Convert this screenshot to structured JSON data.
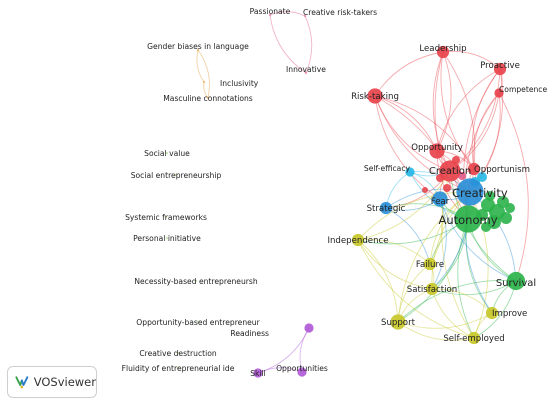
{
  "brand": {
    "name": "VOSviewer"
  },
  "colors": {
    "red": "#e8434b",
    "blue": "#2a8fd8",
    "cyan": "#25b8e6",
    "green": "#2bb34a",
    "yellow": "#c8c82a",
    "purple": "#b05ad6",
    "orange": "#e69a3c",
    "pink": "#e05a8a",
    "lightgreen": "#9bcf6a"
  },
  "nodes": [
    {
      "id": "passionate",
      "label": "Passionate",
      "cluster": "pink",
      "weight": 1
    },
    {
      "id": "creative-risk-takers",
      "label": "Creative risk-takers",
      "cluster": "pink",
      "weight": 1
    },
    {
      "id": "innovative",
      "label": "Innovative",
      "cluster": "pink",
      "weight": 1
    },
    {
      "id": "gender-biases",
      "label": "Gender biases in language",
      "cluster": "orange",
      "weight": 1
    },
    {
      "id": "inclusivity",
      "label": "Inclusivity",
      "cluster": "orange",
      "weight": 1
    },
    {
      "id": "masculine",
      "label": "Masculine connotations",
      "cluster": "orange",
      "weight": 1
    },
    {
      "id": "social-value",
      "label": "Social value",
      "cluster": "lightgreen",
      "weight": 1
    },
    {
      "id": "social-entrepreneurship",
      "label": "Social entrepreneurship",
      "cluster": "lightgreen",
      "weight": 1
    },
    {
      "id": "systemic",
      "label": "Systemic frameworks",
      "cluster": "lightgreen",
      "weight": 1
    },
    {
      "id": "personal-initiative",
      "label": "Personal initiative",
      "cluster": "lightgreen",
      "weight": 1
    },
    {
      "id": "necessity",
      "label": "Necessity-based entrepreneursh",
      "cluster": "lightgreen",
      "weight": 1
    },
    {
      "id": "opportunity-based",
      "label": "Opportunity-based entrepreneur",
      "cluster": "lightgreen",
      "weight": 1
    },
    {
      "id": "creative-destruction",
      "label": "Creative destruction",
      "cluster": "lightgreen",
      "weight": 1
    },
    {
      "id": "fluidity",
      "label": "Fluidity of entrepreneurial ide",
      "cluster": "lightgreen",
      "weight": 1
    },
    {
      "id": "readiness",
      "label": "Readiness",
      "cluster": "purple",
      "weight": 2
    },
    {
      "id": "skill",
      "label": "Skill",
      "cluster": "purple",
      "weight": 2
    },
    {
      "id": "opportunities",
      "label": "Opportunities",
      "cluster": "purple",
      "weight": 2
    },
    {
      "id": "leadership",
      "label": "Leadership",
      "cluster": "red",
      "weight": 3
    },
    {
      "id": "proactive",
      "label": "Proactive",
      "cluster": "red",
      "weight": 3
    },
    {
      "id": "competence",
      "label": "Competence",
      "cluster": "red",
      "weight": 2
    },
    {
      "id": "risk-taking",
      "label": "Risk-taking",
      "cluster": "red",
      "weight": 4
    },
    {
      "id": "opportunity",
      "label": "Opportunity",
      "cluster": "red",
      "weight": 4
    },
    {
      "id": "self-efficacy",
      "label": "Self-efficacy",
      "cluster": "cyan",
      "weight": 2
    },
    {
      "id": "opportunism",
      "label": "Opportunism",
      "cluster": "red",
      "weight": 3
    },
    {
      "id": "creation",
      "label": "Creation",
      "cluster": "red",
      "weight": 6
    },
    {
      "id": "creativity",
      "label": "Creativity",
      "cluster": "blue",
      "weight": 8
    },
    {
      "id": "fear",
      "label": "Fear",
      "cluster": "blue",
      "weight": 4
    },
    {
      "id": "strategic",
      "label": "Strategic",
      "cluster": "blue",
      "weight": 3
    },
    {
      "id": "autonomy",
      "label": "Autonomy",
      "cluster": "green",
      "weight": 8
    },
    {
      "id": "independence",
      "label": "Independence",
      "cluster": "yellow",
      "weight": 3
    },
    {
      "id": "failure",
      "label": "Failure",
      "cluster": "yellow",
      "weight": 3
    },
    {
      "id": "survival",
      "label": "Survival",
      "cluster": "green",
      "weight": 5
    },
    {
      "id": "satisfaction",
      "label": "Satisfaction",
      "cluster": "yellow",
      "weight": 3
    },
    {
      "id": "improve",
      "label": "Improve",
      "cluster": "yellow",
      "weight": 3
    },
    {
      "id": "support",
      "label": "Support",
      "cluster": "yellow",
      "weight": 4
    },
    {
      "id": "self-employed",
      "label": "Self-employed",
      "cluster": "yellow",
      "weight": 3
    }
  ],
  "links": [
    [
      "passionate",
      "creative-risk-takers"
    ],
    [
      "passionate",
      "innovative"
    ],
    [
      "creative-risk-takers",
      "innovative"
    ],
    [
      "gender-biases",
      "inclusivity"
    ],
    [
      "gender-biases",
      "masculine"
    ],
    [
      "inclusivity",
      "masculine"
    ],
    [
      "readiness",
      "skill"
    ],
    [
      "readiness",
      "opportunities"
    ],
    [
      "skill",
      "opportunities"
    ],
    [
      "leadership",
      "risk-taking"
    ],
    [
      "leadership",
      "opportunity"
    ],
    [
      "leadership",
      "creation"
    ],
    [
      "leadership",
      "creativity"
    ],
    [
      "leadership",
      "autonomy"
    ],
    [
      "leadership",
      "proactive"
    ],
    [
      "leadership",
      "opportunism"
    ],
    [
      "proactive",
      "creation"
    ],
    [
      "proactive",
      "autonomy"
    ],
    [
      "proactive",
      "creativity"
    ],
    [
      "proactive",
      "opportunity"
    ],
    [
      "proactive",
      "competence"
    ],
    [
      "proactive",
      "opportunism"
    ],
    [
      "competence",
      "creation"
    ],
    [
      "competence",
      "autonomy"
    ],
    [
      "competence",
      "creativity"
    ],
    [
      "competence",
      "opportunism"
    ],
    [
      "competence",
      "survival"
    ],
    [
      "risk-taking",
      "creation"
    ],
    [
      "risk-taking",
      "opportunity"
    ],
    [
      "risk-taking",
      "creativity"
    ],
    [
      "risk-taking",
      "autonomy"
    ],
    [
      "risk-taking",
      "fear"
    ],
    [
      "risk-taking",
      "opportunism"
    ],
    [
      "opportunity",
      "creation"
    ],
    [
      "opportunity",
      "creativity"
    ],
    [
      "opportunity",
      "autonomy"
    ],
    [
      "opportunity",
      "opportunism"
    ],
    [
      "self-efficacy",
      "creation"
    ],
    [
      "self-efficacy",
      "creativity"
    ],
    [
      "self-efficacy",
      "autonomy"
    ],
    [
      "self-efficacy",
      "fear"
    ],
    [
      "self-efficacy",
      "strategic"
    ],
    [
      "opportunism",
      "creation"
    ],
    [
      "opportunism",
      "creativity"
    ],
    [
      "opportunism",
      "autonomy"
    ],
    [
      "creation",
      "creativity"
    ],
    [
      "creation",
      "autonomy"
    ],
    [
      "creation",
      "fear"
    ],
    [
      "creation",
      "strategic"
    ],
    [
      "creativity",
      "autonomy"
    ],
    [
      "creativity",
      "fear"
    ],
    [
      "creativity",
      "strategic"
    ],
    [
      "creativity",
      "survival"
    ],
    [
      "autonomy",
      "survival"
    ],
    [
      "autonomy",
      "fear"
    ],
    [
      "autonomy",
      "strategic"
    ],
    [
      "autonomy",
      "independence"
    ],
    [
      "autonomy",
      "failure"
    ],
    [
      "autonomy",
      "satisfaction"
    ],
    [
      "autonomy",
      "improve"
    ],
    [
      "autonomy",
      "support"
    ],
    [
      "autonomy",
      "self-employed"
    ],
    [
      "strategic",
      "failure"
    ],
    [
      "strategic",
      "fear"
    ],
    [
      "independence",
      "failure"
    ],
    [
      "independence",
      "satisfaction"
    ],
    [
      "independence",
      "support"
    ],
    [
      "independence",
      "creation"
    ],
    [
      "independence",
      "creativity"
    ],
    [
      "independence",
      "self-employed"
    ],
    [
      "failure",
      "satisfaction"
    ],
    [
      "failure",
      "support"
    ],
    [
      "failure",
      "creativity"
    ],
    [
      "failure",
      "fear"
    ],
    [
      "survival",
      "satisfaction"
    ],
    [
      "survival",
      "improve"
    ],
    [
      "survival",
      "self-employed"
    ],
    [
      "survival",
      "support"
    ],
    [
      "survival",
      "creation"
    ],
    [
      "satisfaction",
      "support"
    ],
    [
      "satisfaction",
      "improve"
    ],
    [
      "satisfaction",
      "self-employed"
    ],
    [
      "satisfaction",
      "creativity"
    ],
    [
      "improve",
      "self-employed"
    ],
    [
      "improve",
      "support"
    ],
    [
      "support",
      "self-employed"
    ],
    [
      "support",
      "creativity"
    ],
    [
      "self-employed",
      "creativity"
    ],
    [
      "self-employed",
      "creation"
    ],
    [
      "fear",
      "survival"
    ],
    [
      "fear",
      "satisfaction"
    ],
    [
      "creativity",
      "improve"
    ],
    [
      "creativity",
      "satisfaction"
    ]
  ]
}
